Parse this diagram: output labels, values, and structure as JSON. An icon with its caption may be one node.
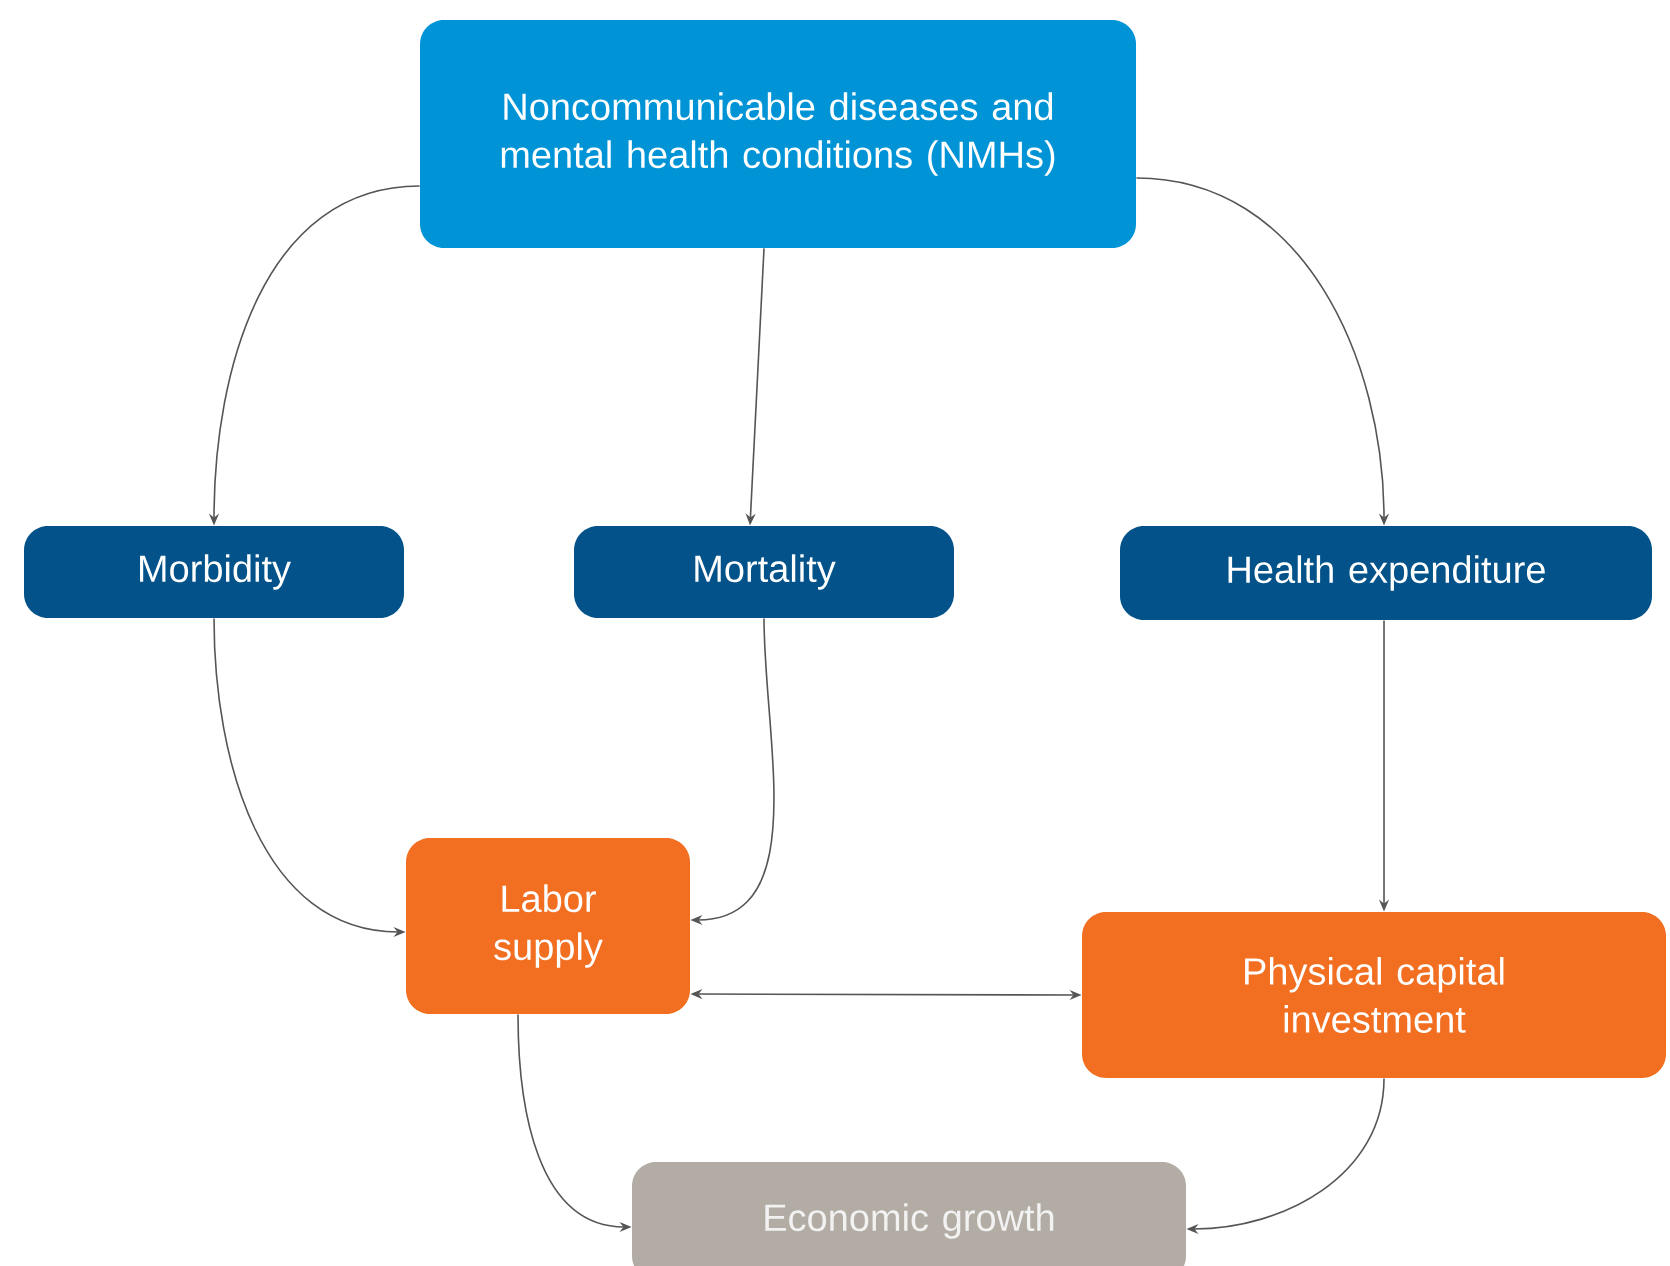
{
  "diagram": {
    "nodes": [
      {
        "text": [
          "Noncommunicable diseases and mental health conditions (NMHs)"
        ]
      },
      {
        "text": [
          "Morbidity"
        ]
      },
      {
        "text": [
          "Mortality"
        ]
      },
      {
        "text": [
          "Health expenditure"
        ]
      },
      {
        "text": [
          "Labor supply"
        ]
      },
      {
        "text": [
          "Physical capital investment"
        ]
      },
      {
        "text": [
          "Economic growth"
        ]
      }
    ],
    "edges": [
      {
        "from": 0,
        "to": 1,
        "arrow": "to"
      },
      {
        "from": 0,
        "to": 2,
        "arrow": "to"
      },
      {
        "from": 0,
        "to": 3,
        "arrow": "to"
      },
      {
        "from": 1,
        "to": 4,
        "arrow": "to"
      },
      {
        "from": 2,
        "to": 4,
        "arrow": "to"
      },
      {
        "from": 4,
        "to": 5,
        "arrow": "both"
      },
      {
        "from": 3,
        "to": 5,
        "arrow": "to"
      },
      {
        "from": 4,
        "to": 6,
        "arrow": "to"
      },
      {
        "from": 5,
        "to": 6,
        "arrow": "to"
      }
    ]
  }
}
